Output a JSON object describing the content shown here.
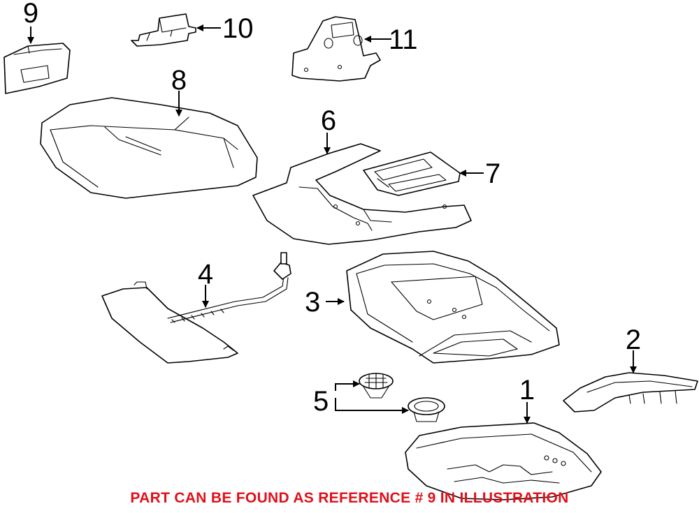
{
  "diagram": {
    "callouts": [
      "1",
      "2",
      "3",
      "4",
      "5",
      "6",
      "7",
      "8",
      "9",
      "10",
      "11"
    ],
    "note": "PART CAN BE FOUND AS REFERENCE # 9 IN ILLUSTRATION"
  },
  "colors": {
    "line": "#000000",
    "background": "#ffffff",
    "note": "#e0101a"
  }
}
